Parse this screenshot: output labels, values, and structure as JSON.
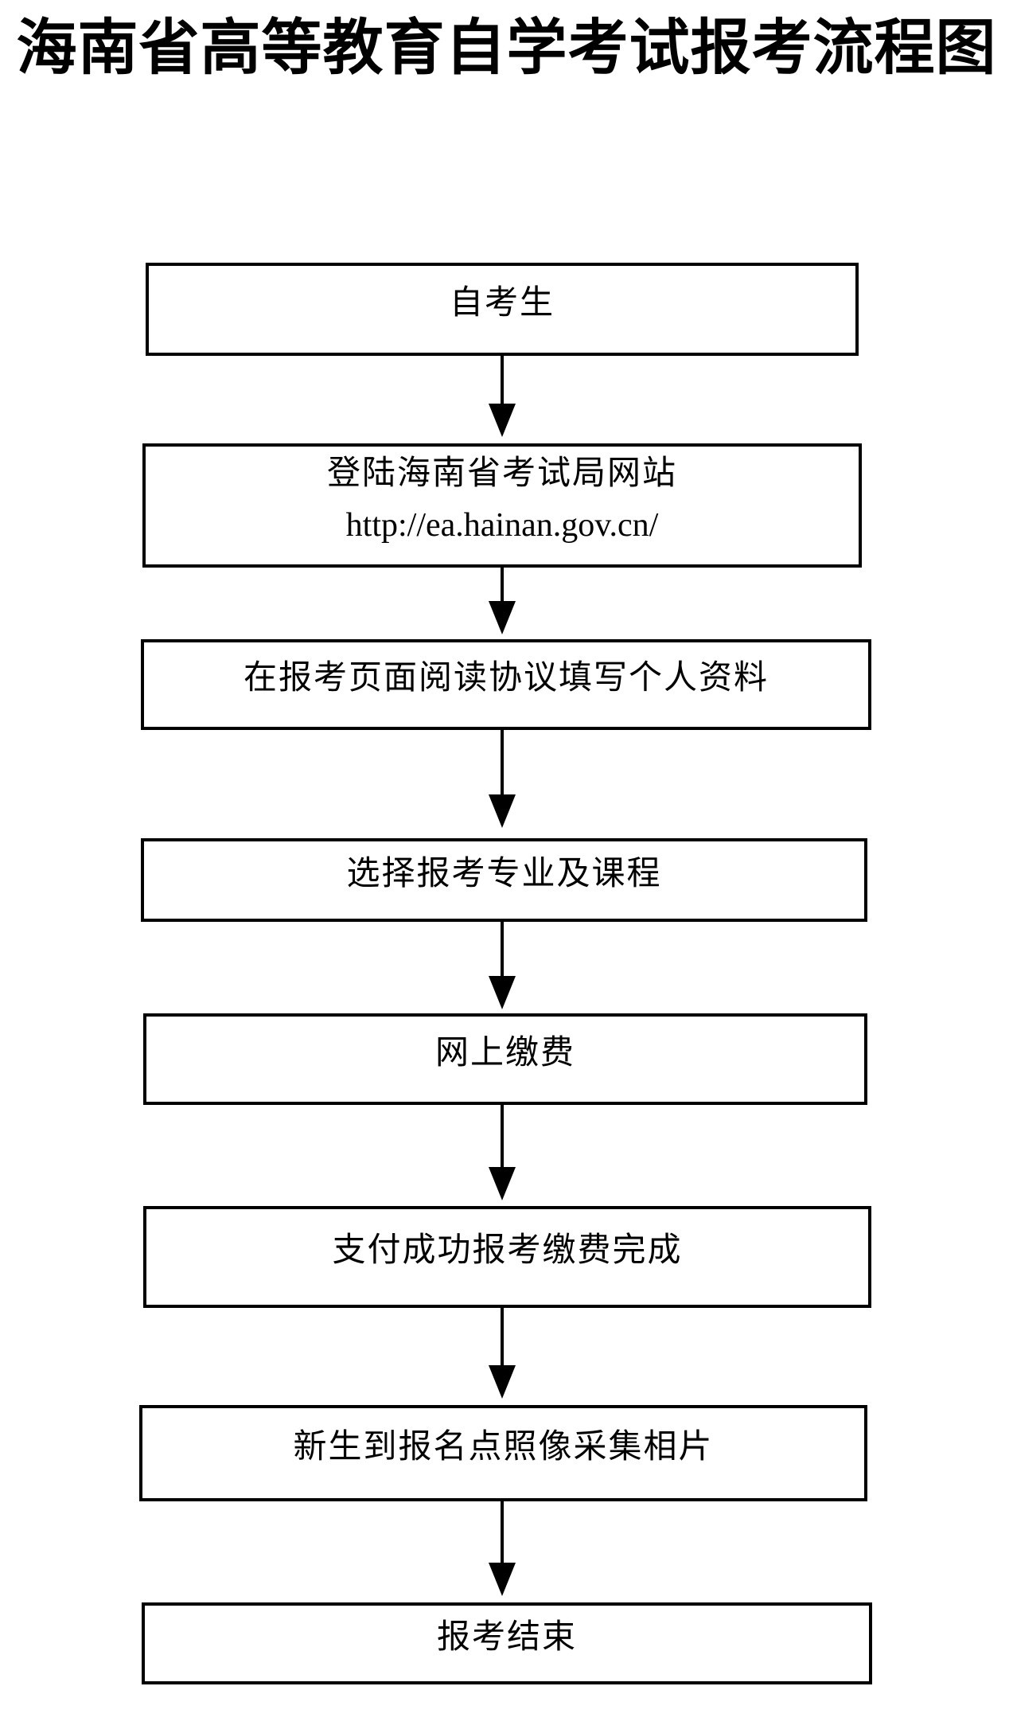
{
  "page": {
    "title": "海南省高等教育自学考试报考流程图",
    "ink_color": "#000000",
    "background_color": "#ffffff"
  },
  "flowchart": {
    "steps": [
      {
        "lines": [
          "自考生"
        ]
      },
      {
        "lines": [
          "登陆海南省考试局网站",
          "http://ea.hainan.gov.cn/"
        ]
      },
      {
        "lines": [
          "在报考页面阅读协议填写个人资料"
        ]
      },
      {
        "lines": [
          "选择报考专业及课程"
        ]
      },
      {
        "lines": [
          "网上缴费"
        ]
      },
      {
        "lines": [
          "支付成功报考缴费完成"
        ]
      },
      {
        "lines": [
          "新生到报名点照像采集相片"
        ]
      },
      {
        "lines": [
          "报考结束"
        ]
      }
    ]
  }
}
